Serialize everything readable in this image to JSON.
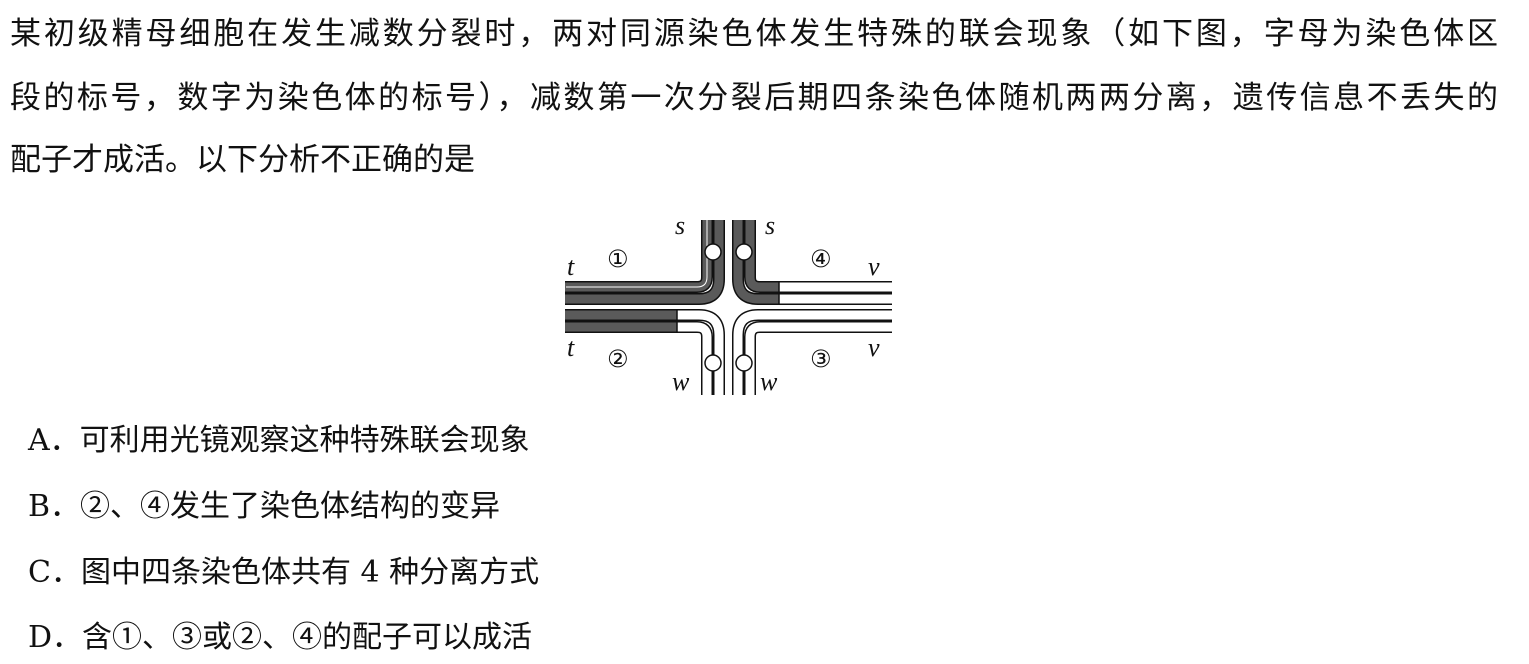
{
  "question": {
    "lines": [
      "某初级精母细胞在发生减数分裂时，两对同源染色体发生特殊的联会现象（如下图，字母为染色体区",
      "段的标号，数字为染色体的标号），减数第一次分裂后期四条染色体随机两两分离，遗传信息不丢失的",
      "配子才成活。以下分析不正确的是"
    ]
  },
  "figure": {
    "segment_labels": {
      "s1": "s",
      "s2": "s",
      "t1": "t",
      "t2": "t",
      "v1": "v",
      "v2": "v",
      "w1": "w",
      "w2": "w"
    },
    "chromosome_numbers": {
      "c1": "①",
      "c2": "②",
      "c3": "③",
      "c4": "④"
    },
    "colors": {
      "dark": "#5a5a5a",
      "light": "#ffffff",
      "outline": "#111111"
    }
  },
  "options": [
    "A．可利用光镜观察这种特殊联会现象",
    "B．②、④发生了染色体结构的变异",
    "C．图中四条染色体共有 4 种分离方式",
    "D．含①、③或②、④的配子可以成活"
  ]
}
